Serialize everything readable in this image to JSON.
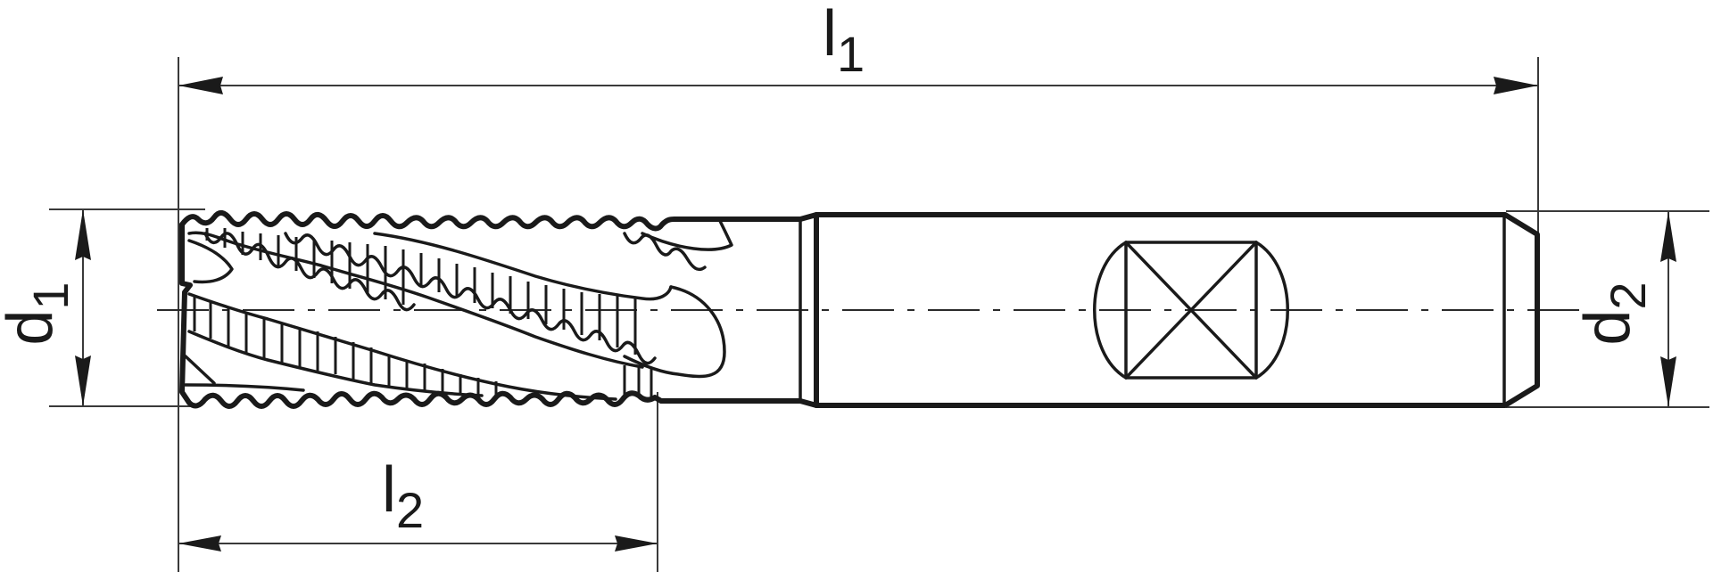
{
  "drawing": {
    "title": "Roughing end mill technical drawing",
    "object": "roughing-end-mill",
    "colors": {
      "line": "#1a1a1a",
      "background": "#ffffff"
    }
  },
  "dimensions": {
    "l1": {
      "symbol": "l",
      "index": "1",
      "meaning": "overall length"
    },
    "l2": {
      "symbol": "l",
      "index": "2",
      "meaning": "cutting length"
    },
    "d1": {
      "symbol": "d",
      "index": "1",
      "meaning": "cutting diameter"
    },
    "d2": {
      "symbol": "d",
      "index": "2",
      "meaning": "shank diameter"
    }
  }
}
